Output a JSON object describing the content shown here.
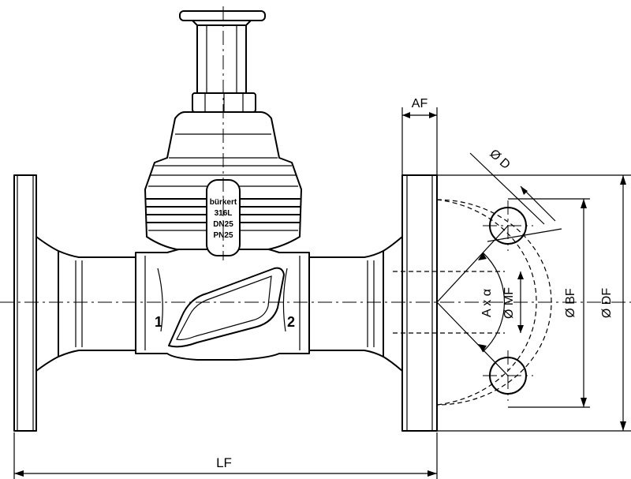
{
  "marking": {
    "brand": "bürkert",
    "material": "316L",
    "nominal_diameter": "DN25",
    "nominal_pressure": "PN25"
  },
  "ports": {
    "inlet": "1",
    "outlet": "2"
  },
  "dimensions": {
    "face_to_face": "LF",
    "flange_thickness": "AF",
    "bolt_hole_diameter": "Ø D",
    "bolt_circle_diameter": "Ø BF",
    "flange_outer_diameter": "Ø DF",
    "flange_bore_diameter": "Ø MF",
    "bolt_pattern": "A x α"
  }
}
